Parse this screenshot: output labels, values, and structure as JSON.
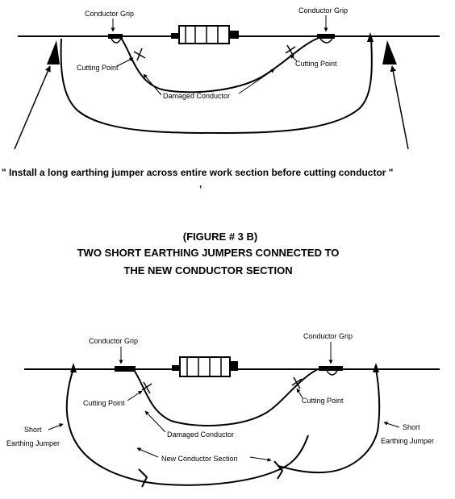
{
  "top": {
    "label_grip_left": "Conductor Grip",
    "label_grip_right": "Conductor Grip",
    "label_cut_left": "Cutting Point",
    "label_cut_right": "Cutting Point",
    "label_damaged": "Damaged Conductor"
  },
  "instruction": "\" Install a long earthing jumper across entire work section before cutting conductor \"",
  "figure": {
    "number": "(FIGURE # 3 B)",
    "title_line1": "TWO SHORT EARTHING JUMPERS CONNECTED TO",
    "title_line2": "THE NEW CONDUCTOR SECTION"
  },
  "bottom": {
    "label_grip_left": "Conductor Grip",
    "label_grip_right": "Conductor Grip",
    "label_cut_left": "Cutting Point",
    "label_cut_right": "Cutting Point",
    "label_damaged": "Damaged Conductor",
    "label_new_section": "New Conductor Section",
    "label_jumper_left_1": "Short",
    "label_jumper_left_2": "Earthing Jumper",
    "label_jumper_right_1": "Short",
    "label_jumper_right_2": "Earthing Jumper"
  }
}
